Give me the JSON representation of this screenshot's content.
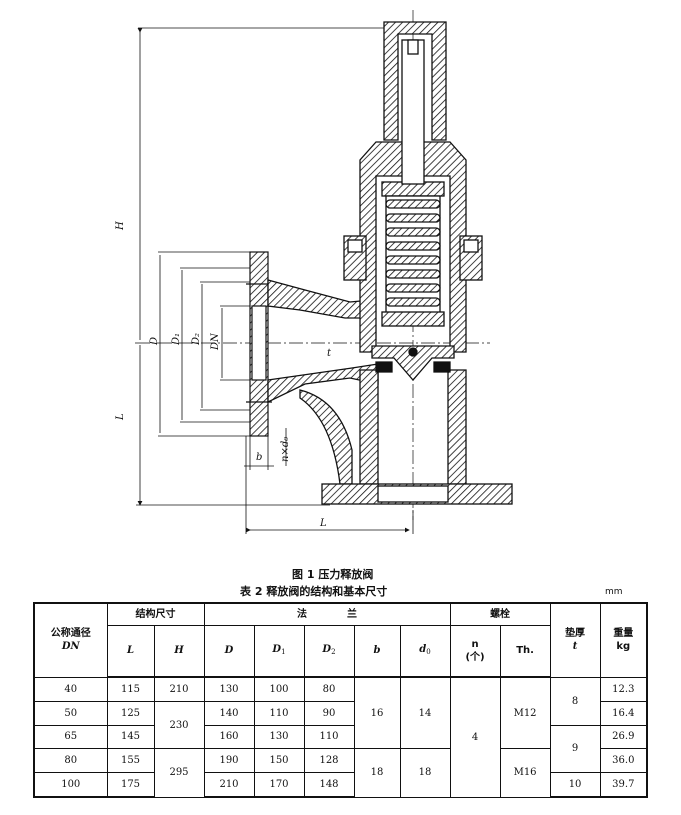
{
  "figure": {
    "caption": "图 1   压力释放阀",
    "labels": {
      "H": "H",
      "L_side": "L",
      "L_bottom": "L",
      "D": "D",
      "D1": "D₁",
      "D2": "D₂",
      "DN": "DN",
      "b": "b",
      "n_d0": "n×d₀",
      "t": "t"
    }
  },
  "table": {
    "caption": "表 2   释放阀的结构和基本尺寸",
    "unit": "mm",
    "header": {
      "nominal_dia": "公称通径",
      "nominal_dia_sym": "DN",
      "struct_dims": "结构尺寸",
      "flange": "法　　　　兰",
      "bolt": "螺栓",
      "pad_thickness": "垫厚",
      "pad_sym": "t",
      "weight": "重量",
      "weight_unit": "kg",
      "L": "L",
      "H": "H",
      "D": "D",
      "D1": "D",
      "D1_sub": "1",
      "D2": "D",
      "D2_sub": "2",
      "b": "b",
      "d0": "d",
      "d0_sub": "0",
      "n": "n",
      "n_unit": "(个)",
      "Th": "Th."
    },
    "rows": [
      {
        "DN": "40",
        "L": "115",
        "D": "130",
        "D1": "100",
        "D2": "80",
        "weight": "12.3"
      },
      {
        "DN": "50",
        "L": "125",
        "D": "140",
        "D1": "110",
        "D2": "90",
        "weight": "16.4"
      },
      {
        "DN": "65",
        "L": "145",
        "D": "160",
        "D1": "130",
        "D2": "110",
        "weight": "26.9"
      },
      {
        "DN": "80",
        "L": "155",
        "D": "190",
        "D1": "150",
        "D2": "128",
        "weight": "36.0"
      },
      {
        "DN": "100",
        "L": "175",
        "D": "210",
        "D1": "170",
        "D2": "148",
        "weight": "39.7"
      }
    ],
    "merged": {
      "H_40": "210",
      "H_50_65": "230",
      "H_80_100": "295",
      "b_40_65": "16",
      "b_80_100": "18",
      "d0_40_65": "14",
      "d0_80_100": "18",
      "n_all": "4",
      "Th_40_65": "M12",
      "Th_80_100": "M16",
      "t_40_50": "8",
      "t_65_80": "9",
      "t_100": "10"
    }
  }
}
